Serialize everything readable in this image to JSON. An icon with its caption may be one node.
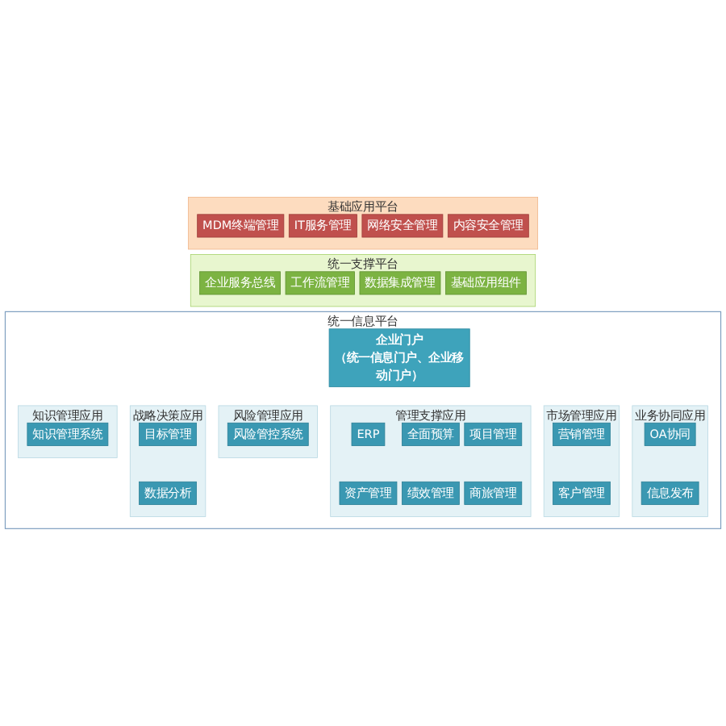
{
  "diagram": {
    "nodes": [
      {
        "text": [
          "统一信息平台"
        ]
      },
      {
        "text": [
          "企业门户",
          "（统一信息门户、企业移动门户）"
        ],
        "in": 0
      },
      {
        "text": [
          "战略决策应用"
        ],
        "in": 0
      },
      {
        "text": [
          "目标管理"
        ],
        "in": 2
      },
      {
        "text": [
          "数据分析"
        ],
        "in": 2
      },
      {
        "text": [
          "管理支撑应用"
        ],
        "in": 0
      },
      {
        "text": [
          "ERP"
        ],
        "in": 5
      },
      {
        "text": [
          "全面预算"
        ],
        "in": 5
      },
      {
        "text": [
          "项目管理"
        ],
        "in": 5
      },
      {
        "text": [
          "资产管理"
        ],
        "in": 5
      },
      {
        "text": [
          "绩效管理"
        ],
        "in": 5
      },
      {
        "text": [
          "商旅管理"
        ],
        "in": 5
      },
      {
        "text": [
          "市场管理应用"
        ],
        "in": 0
      },
      {
        "text": [
          "营销管理"
        ],
        "in": 12
      },
      {
        "text": [
          "客户管理"
        ],
        "in": 12
      },
      {
        "text": [
          "风险管理应用"
        ],
        "in": 0
      },
      {
        "text": [
          "风险管控系统"
        ],
        "in": 15
      },
      {
        "text": [
          "业务协同应用"
        ],
        "in": 0
      },
      {
        "text": [
          "OA协同"
        ],
        "in": 17
      },
      {
        "text": [
          "信息发布"
        ],
        "in": 17
      },
      {
        "text": [
          "知识管理应用"
        ],
        "in": 0
      },
      {
        "text": [
          "知识管理系统"
        ],
        "in": 20
      },
      {
        "text": [
          "统一支撑平台"
        ]
      },
      {
        "text": [
          "企业服务总线"
        ],
        "in": 22
      },
      {
        "text": [
          "工作流管理"
        ],
        "in": 22
      },
      {
        "text": [
          "数据集成管理"
        ],
        "in": 22
      },
      {
        "text": [
          "基础应用组件"
        ],
        "in": 22
      },
      {
        "text": [
          "基础应用平台"
        ]
      },
      {
        "text": [
          "MDM终端管理"
        ],
        "in": 27
      },
      {
        "text": [
          "IT服务管理"
        ],
        "in": 27
      },
      {
        "text": [
          "网络安全管理"
        ],
        "in": 27
      },
      {
        "text": [
          "内容安全管理"
        ],
        "in": 27
      }
    ],
    "edges": []
  }
}
